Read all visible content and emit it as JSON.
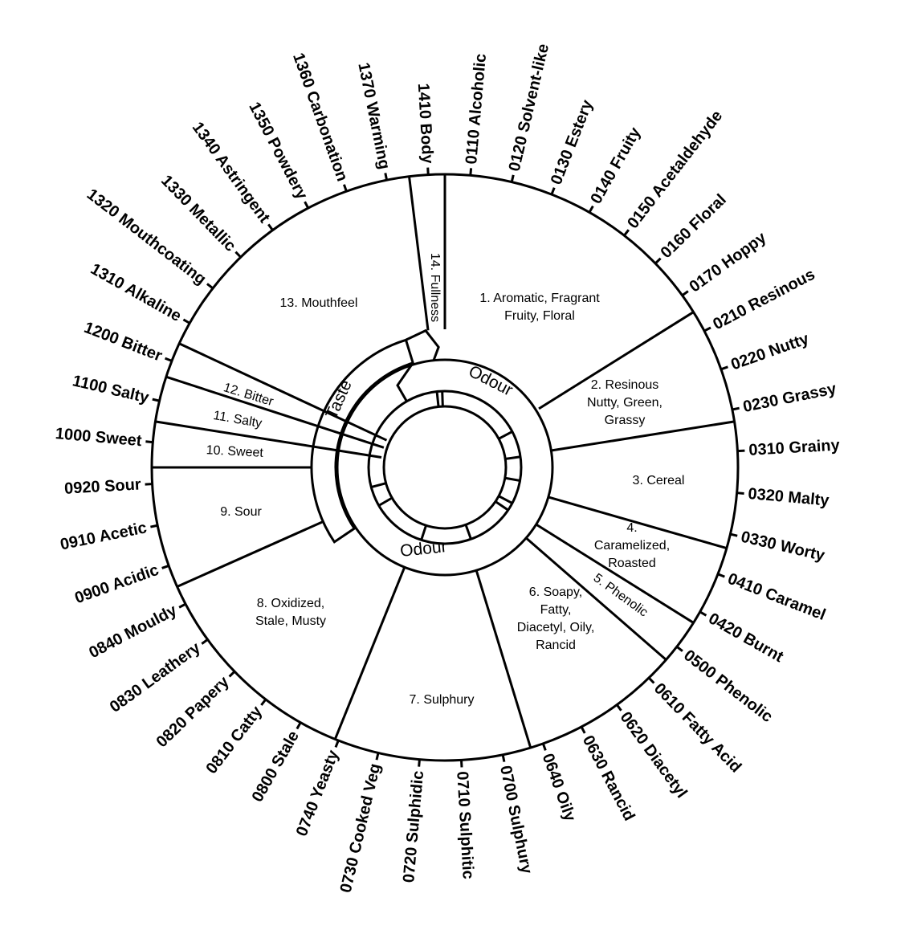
{
  "title": "Beer flavour wheel",
  "outer_labels": [
    "0110 Alcoholic",
    "0120 Solvent-like",
    "0130 Estery",
    "0140 Fruity",
    "0150 Acetaldehyde",
    "0160 Floral",
    "0170 Hoppy",
    "0210 Resinous",
    "0220 Nutty",
    "0230 Grassy",
    "0310 Grainy",
    "0320 Malty",
    "0330 Worty",
    "0410 Caramel",
    "0420 Burnt",
    "0500 Phenolic",
    "0610 Fatty Acid",
    "0620 Diacetyl",
    "0630 Rancid",
    "0640 Oily",
    "0700 Sulphury",
    "0710 Sulphitic",
    "0720 Sulphidic",
    "0730 Cooked Veg",
    "0740 Yeasty",
    "0800 Stale",
    "0810 Catty",
    "0820 Papery",
    "0830 Leathery",
    "0840 Mouldy",
    "0900 Acidic",
    "0910 Acetic",
    "0920 Sour",
    "1000 Sweet",
    "1100 Salty",
    "1200 Bitter",
    "1310 Alkaline",
    "1320 Mouthcoating",
    "1330 Metallic",
    "1340 Astringent",
    "1350 Powdery",
    "1360 Carbonation",
    "1370 Warming",
    "1410 Body"
  ],
  "segments": [
    {
      "lines": [
        "1. Aromatic, Fragrant",
        "Fruity, Floral"
      ]
    },
    {
      "lines": [
        "2. Resinous",
        "Nutty, Green,",
        "Grassy"
      ]
    },
    {
      "lines": [
        "3. Cereal"
      ]
    },
    {
      "lines": [
        "4.",
        "Caramelized,",
        "Roasted"
      ]
    },
    {
      "lines": [
        "5. Phenolic"
      ]
    },
    {
      "lines": [
        "6. Soapy,",
        "Fatty,",
        "Diacetyl, Oily,",
        "Rancid"
      ]
    },
    {
      "lines": [
        "7. Sulphury"
      ]
    },
    {
      "lines": [
        "8. Oxidized,",
        "Stale, Musty"
      ]
    },
    {
      "lines": [
        "9. Sour"
      ]
    },
    {
      "lines": [
        "10. Sweet"
      ]
    },
    {
      "lines": [
        "11. Salty"
      ]
    },
    {
      "lines": [
        "12. Bitter"
      ]
    },
    {
      "lines": [
        "13. Mouthfeel"
      ]
    },
    {
      "lines": [
        "14. Fullness"
      ]
    }
  ],
  "rings": {
    "taste": "Taste",
    "odour_top": "Odour",
    "odour_bottom": "Odour"
  }
}
